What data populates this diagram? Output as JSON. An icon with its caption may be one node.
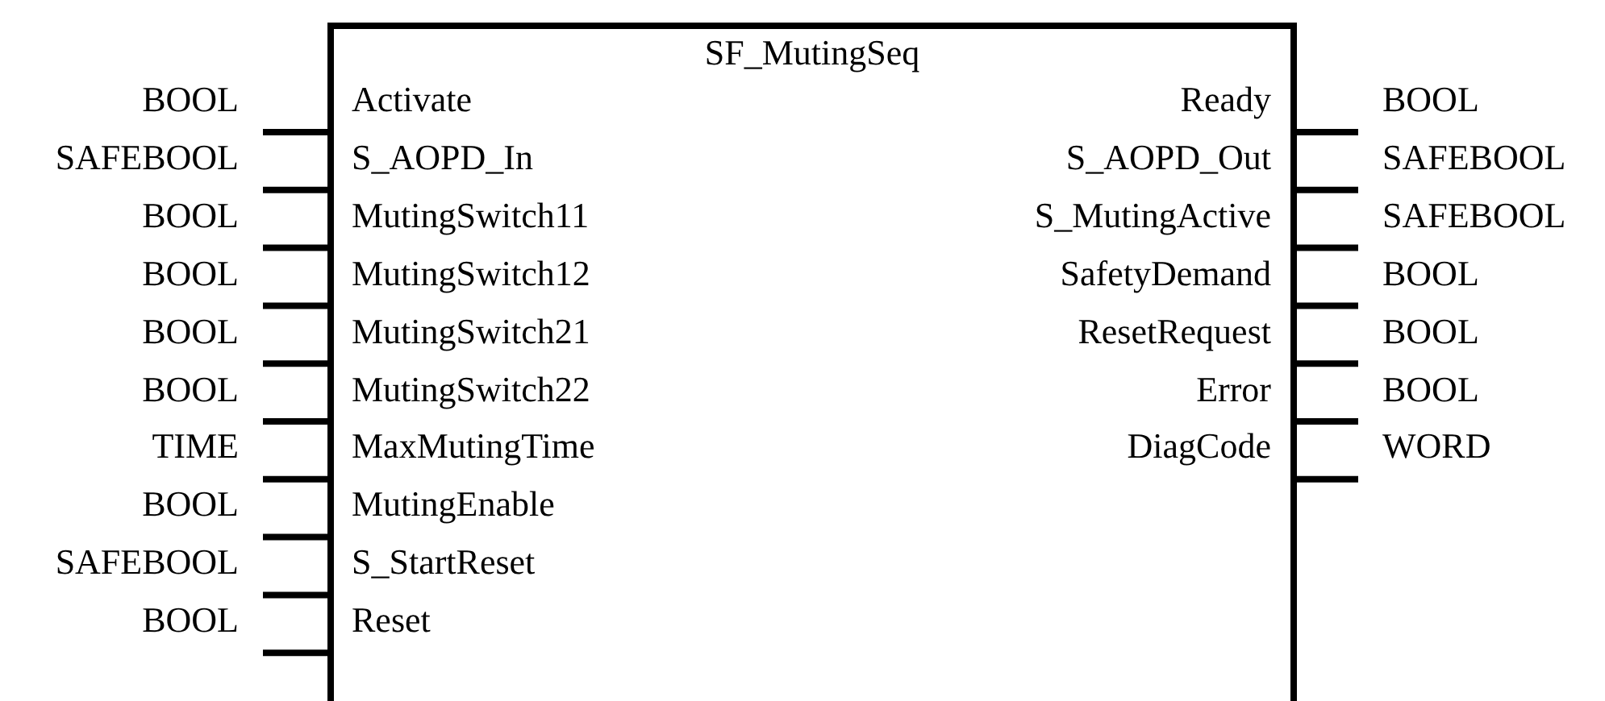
{
  "diagram": {
    "nodes": [
      {
        "text": [
          "SF_MutingSeq"
        ]
      }
    ],
    "labels": [
      "BOOL",
      "Activate",
      "Ready",
      "BOOL",
      "SAFEBOOL",
      "S_AOPD_In",
      "S_AOPD_Out",
      "SAFEBOOL",
      "BOOL",
      "MutingSwitch11",
      "S_MutingActive",
      "SAFEBOOL",
      "BOOL",
      "MutingSwitch12",
      "SafetyDemand",
      "BOOL",
      "BOOL",
      "MutingSwitch21",
      "ResetRequest",
      "BOOL",
      "BOOL",
      "MutingSwitch22",
      "Error",
      "BOOL",
      "TIME",
      "MaxMutingTime",
      "DiagCode",
      "WORD",
      "BOOL",
      "MutingEnable",
      "SAFEBOOL",
      "S_StartReset",
      "BOOL",
      "Reset"
    ]
  }
}
